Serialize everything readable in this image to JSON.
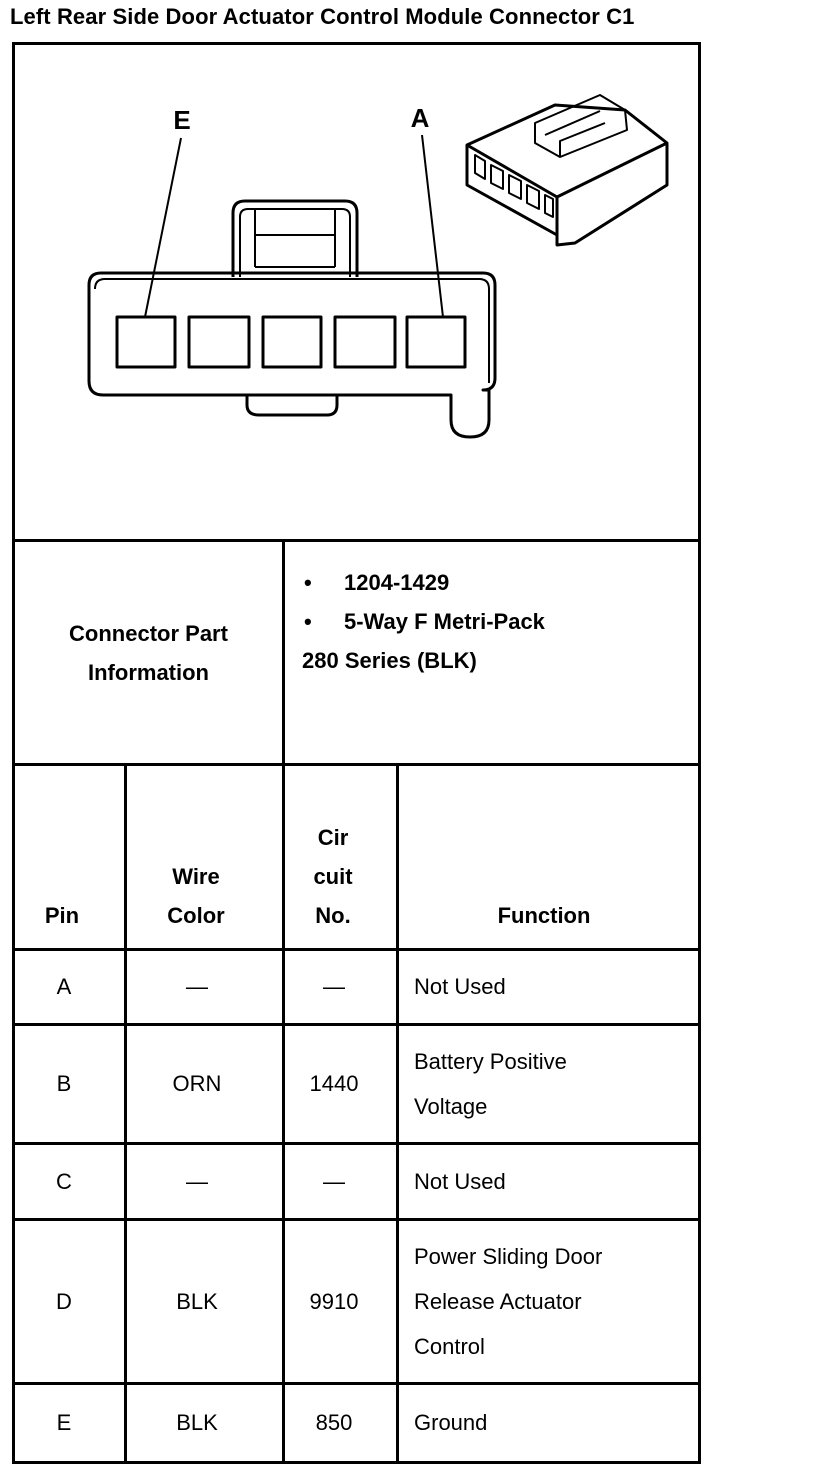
{
  "title": "Left Rear Side Door Actuator Control Module Connector C1",
  "diagram": {
    "label_left": "E",
    "label_right": "A"
  },
  "part_info": {
    "label_line1": "Connector Part",
    "label_line2": "Information",
    "items": [
      "1204-1429",
      "5-Way F Metri-Pack"
    ],
    "continuation": "280 Series (BLK)",
    "bullet": "•"
  },
  "table": {
    "headers": {
      "pin": "Pin",
      "wire_line1": "Wire",
      "wire_line2": "Color",
      "circuit_line1": "Cir",
      "circuit_line2": "cuit",
      "circuit_line3": "No.",
      "function": "Function"
    },
    "rows": [
      {
        "pin": "A",
        "wire": "—",
        "circuit": "—",
        "function": [
          "Not Used"
        ]
      },
      {
        "pin": "B",
        "wire": "ORN",
        "circuit": "1440",
        "function": [
          "Battery Positive",
          "Voltage"
        ]
      },
      {
        "pin": "C",
        "wire": "—",
        "circuit": "—",
        "function": [
          "Not Used"
        ]
      },
      {
        "pin": "D",
        "wire": "BLK",
        "circuit": "9910",
        "function": [
          "Power Sliding Door",
          "Release Actuator",
          "Control"
        ]
      },
      {
        "pin": "E",
        "wire": "BLK",
        "circuit": "850",
        "function": [
          "Ground"
        ]
      }
    ]
  }
}
